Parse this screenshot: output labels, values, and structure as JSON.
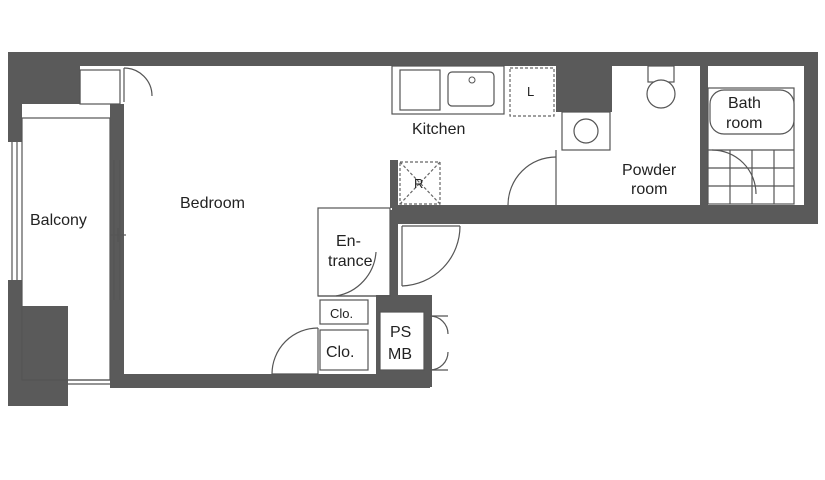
{
  "rooms": {
    "balcony": "Balcony",
    "bedroom": "Bedroom",
    "kitchen": "Kitchen",
    "powder_room_line1": "Powder",
    "powder_room_line2": "room",
    "bath_room_line1": "Bath",
    "bath_room_line2": "room",
    "entrance_line1": "En-",
    "entrance_line2": "trance",
    "closet_small": "Clo.",
    "closet": "Clo.",
    "ps": "PS",
    "mb": "MB"
  },
  "fixtures": {
    "refrigerator_mark": "R",
    "laundry_mark": "L"
  },
  "colors": {
    "wall": "#5a5a5a",
    "background": "#ffffff",
    "line": "#555555"
  }
}
